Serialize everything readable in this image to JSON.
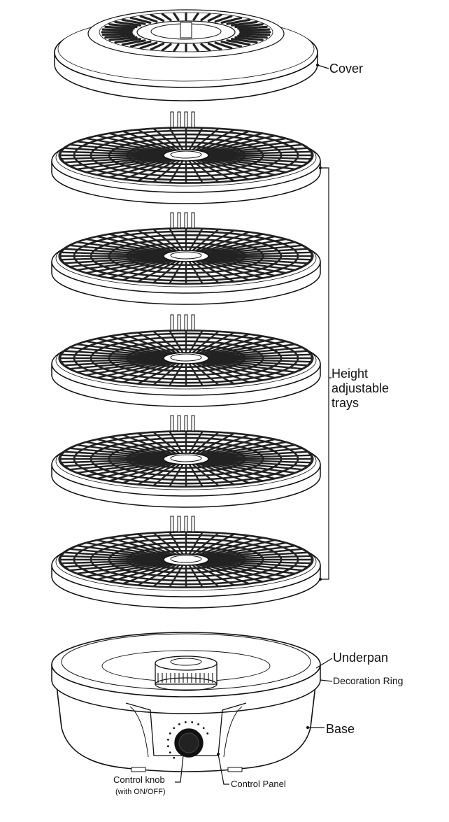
{
  "labels": {
    "cover": "Cover",
    "trays_line1": "Height",
    "trays_line2": "adjustable",
    "trays_line3": "trays",
    "underpan": "Underpan",
    "decoration_ring": "Decoration Ring",
    "base": "Base",
    "control_knob": "Control knob",
    "control_knob_note": "(with ON/OFF)",
    "control_panel": "Control Panel"
  },
  "components": [
    "cover",
    "tray",
    "tray",
    "tray",
    "tray",
    "tray",
    "underpan",
    "decoration-ring",
    "base",
    "control-knob",
    "control-panel"
  ],
  "colors": {
    "line": "#111111",
    "fill": "#ffffff",
    "grid": "#222222"
  }
}
